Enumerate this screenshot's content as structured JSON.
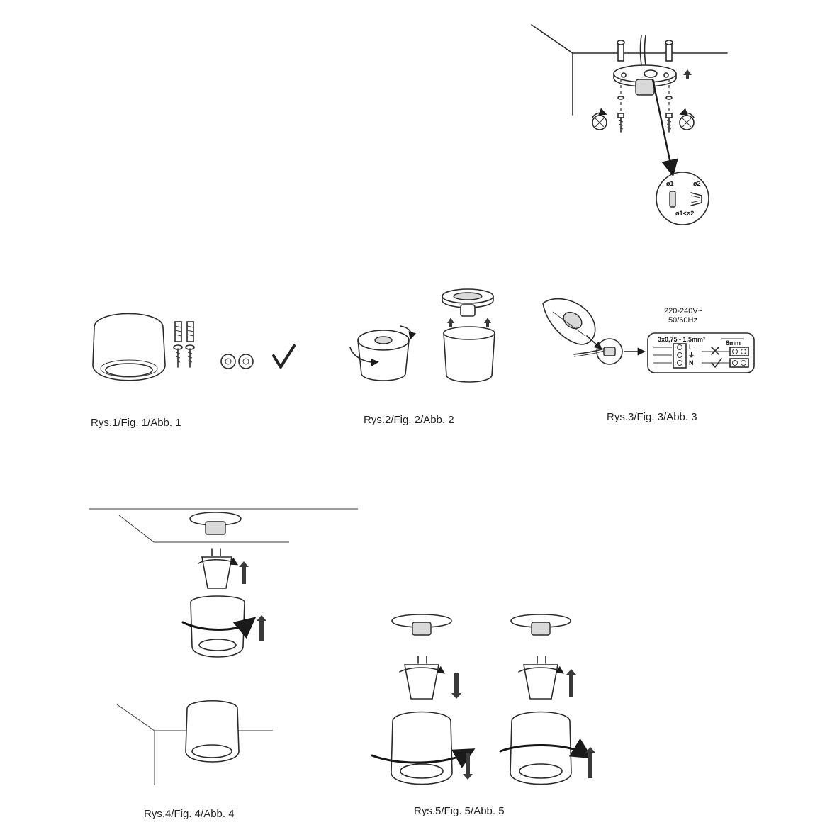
{
  "figures": [
    {
      "id": "fig1",
      "caption": "Rys.1/Fig. 1/Abb. 1"
    },
    {
      "id": "fig2",
      "caption": "Rys.2/Fig. 2/Abb. 2"
    },
    {
      "id": "fig3",
      "caption": "Rys.3/Fig. 3/Abb. 3"
    },
    {
      "id": "fig4",
      "caption": "Rys.4/Fig. 4/Abb. 4"
    },
    {
      "id": "fig5",
      "caption": "Rys.5/Fig. 5/Abb. 5"
    }
  ],
  "detail_circle": {
    "label_d1": "ø1",
    "label_d2": "ø2",
    "label_rel": "ø1<ø2"
  },
  "wiring": {
    "voltage": "220-240V~",
    "frequency": "50/60Hz",
    "cable": "3x0,75 - 1,5mm²",
    "strip_length": "8mm",
    "terminal_l": "L",
    "terminal_pe": "⏚",
    "terminal_n": "N"
  }
}
